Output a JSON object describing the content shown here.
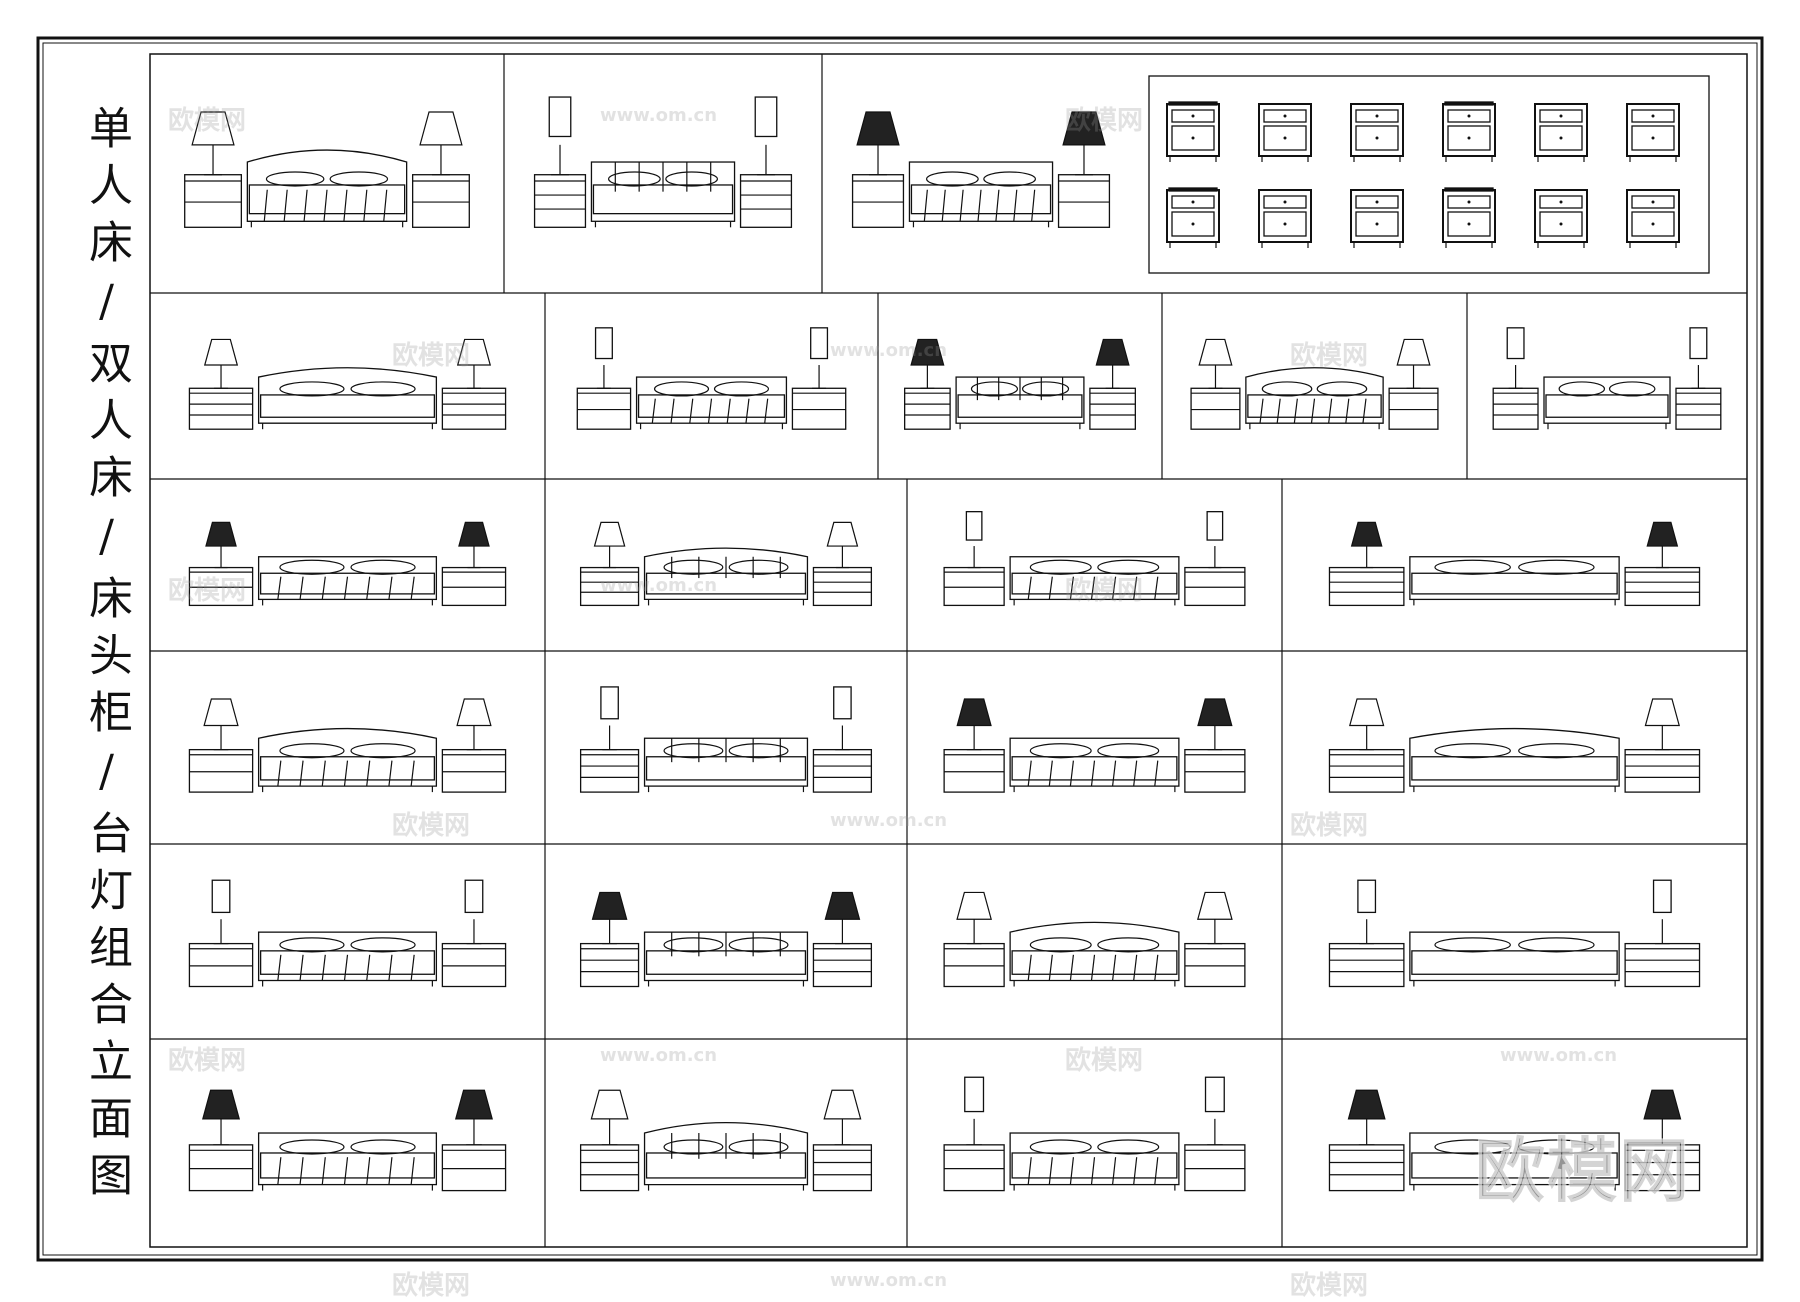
{
  "sheet": {
    "title": "单人床/双人床/床头柜/台灯组合立面图",
    "rows": [
      {
        "cells": 3,
        "has_nightstand_catalog": true
      },
      {
        "cells": 5
      },
      {
        "cells": 4
      },
      {
        "cells": 4
      },
      {
        "cells": 4
      },
      {
        "cells": 4
      }
    ],
    "nightstand_catalog_count": 12
  },
  "watermark": {
    "logo_text": "欧模网",
    "url_text": "www.om.cn",
    "big_logo_text": "欧模网"
  },
  "colors": {
    "line": "#111111",
    "background": "#ffffff"
  }
}
